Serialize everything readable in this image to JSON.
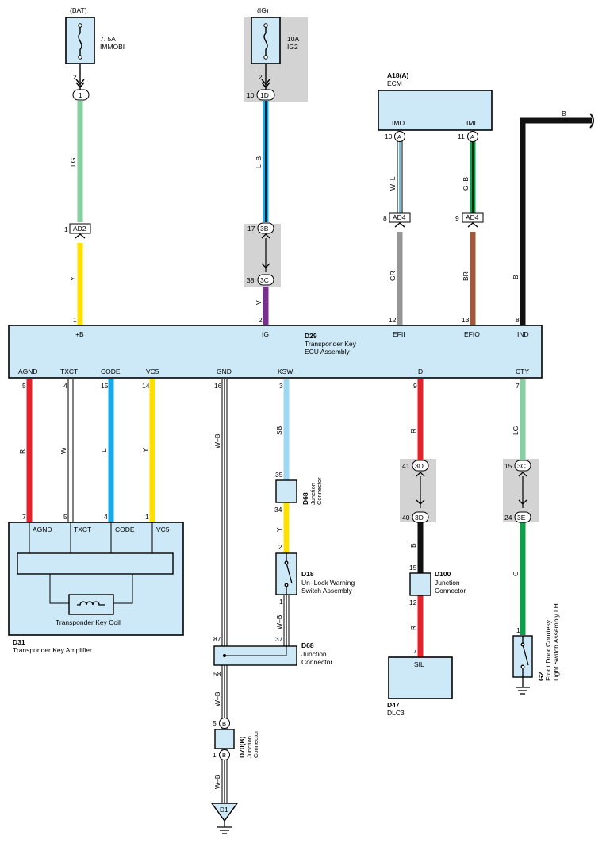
{
  "colors": {
    "ecu_fill": "#cde9f7",
    "wire_LG": "#86cfa0",
    "wire_Y": "#ffe000",
    "wire_L": "#19a8e8",
    "wire_V": "#7a2f8e",
    "wire_R": "#e8202a",
    "wire_GR": "#969696",
    "wire_BR": "#a0583a",
    "wire_G": "#0ca04a",
    "wire_SB": "#9ed8f2",
    "wire_B": "#111111"
  },
  "fuses": {
    "immobi": {
      "source": "(BAT)",
      "rating": "7. 5A",
      "name": "IMMOBI",
      "pin": "2",
      "conn": "1"
    },
    "ig2": {
      "source": "(IG)",
      "rating": "10A",
      "name": "IG2",
      "pin": "2",
      "conn_pin": "10",
      "conn": "1D"
    }
  },
  "ecm": {
    "code": "A18(A)",
    "name": "ECM",
    "term_imo": "IMO",
    "term_imi": "IMI",
    "pin_imo": "10",
    "pin_imi": "11",
    "conn": "A"
  },
  "ad4": {
    "label": "AD4",
    "pin_left": "8",
    "pin_right": "9"
  },
  "ad2": {
    "label": "AD2",
    "pin": "1"
  },
  "jc_3b": {
    "label": "3B",
    "pin": "17"
  },
  "jc_3c_ig": {
    "label": "3C",
    "pin": "38"
  },
  "wire_labels": {
    "lg1": "LG",
    "lb": "L–B",
    "wl": "W–L",
    "gb": "G–B",
    "y1": "Y",
    "v": "V",
    "gr": "GR",
    "br": "BR",
    "b_top": "B",
    "b_ind": "B",
    "r1": "R",
    "w": "W",
    "l": "L",
    "y2": "Y",
    "wb1": "W–B",
    "sb": "SB",
    "y3": "Y",
    "wb2": "W–B",
    "r2": "R",
    "b2": "B",
    "r3": "R",
    "lg2": "LG",
    "g": "G",
    "wb3": "W–B",
    "wb4": "W–B"
  },
  "d29": {
    "code": "D29",
    "name1": "Transponder Key",
    "name2": "ECU Assembly",
    "top_terms": [
      {
        "name": "+B",
        "pin": "1"
      },
      {
        "name": "IG",
        "pin": "2"
      },
      {
        "name": "EFII",
        "pin": "12"
      },
      {
        "name": "EFIO",
        "pin": "13"
      },
      {
        "name": "IND",
        "pin": "8"
      }
    ],
    "bottom_terms": [
      {
        "name": "AGND",
        "pin": "5"
      },
      {
        "name": "TXCT",
        "pin": "4"
      },
      {
        "name": "CODE",
        "pin": "15"
      },
      {
        "name": "VC5",
        "pin": "14"
      },
      {
        "name": "GND",
        "pin": "16"
      },
      {
        "name": "KSW",
        "pin": "3"
      },
      {
        "name": "D",
        "pin": "9"
      },
      {
        "name": "CTY",
        "pin": "7"
      }
    ]
  },
  "d31": {
    "code": "D31",
    "name": "Transponder Key Amplifier",
    "coil": "Transponder Key Coil",
    "terms": [
      {
        "name": "AGND",
        "pin": "7"
      },
      {
        "name": "TXCT",
        "pin": "5"
      },
      {
        "name": "CODE",
        "pin": "4"
      },
      {
        "name": "VC5",
        "pin": "1"
      }
    ]
  },
  "d68_upper": {
    "code": "D68",
    "name1": "Junction",
    "name2": "Connector",
    "pin_top": "35",
    "pin_bottom": "34"
  },
  "d18": {
    "code": "D18",
    "name1": "Un–Lock Warning",
    "name2": "Switch Assembly",
    "pin_top": "2",
    "pin_bottom": "1"
  },
  "d68_lower": {
    "code": "D68",
    "name1": "Junction",
    "name2": "Connector",
    "pin_left": "87",
    "pin_right": "37",
    "pin_out": "58"
  },
  "d70": {
    "code": "D70(B)",
    "name1": "Junction",
    "name2": "Connector",
    "pin_top": "5",
    "pin_bottom": "1",
    "conn": "B"
  },
  "ground": {
    "label": "D1"
  },
  "jc_3d": {
    "pin_top": "41",
    "label_top": "3D",
    "pin_bottom": "40",
    "label_bottom": "3D"
  },
  "d100": {
    "code": "D100",
    "name1": "Junction",
    "name2": "Connector",
    "pin_top": "15",
    "pin_bottom": "12"
  },
  "d47": {
    "code": "D47",
    "name": "DLC3",
    "term": "SIL",
    "pin": "7"
  },
  "jc_3c_cty": {
    "pin_top": "15",
    "label_top": "3C",
    "pin_bottom": "24",
    "label_bottom": "3E"
  },
  "g2": {
    "code": "G2",
    "name1": "Front Door Courtesy",
    "name2": "Light Switch Assembly LH",
    "pin": "1"
  }
}
